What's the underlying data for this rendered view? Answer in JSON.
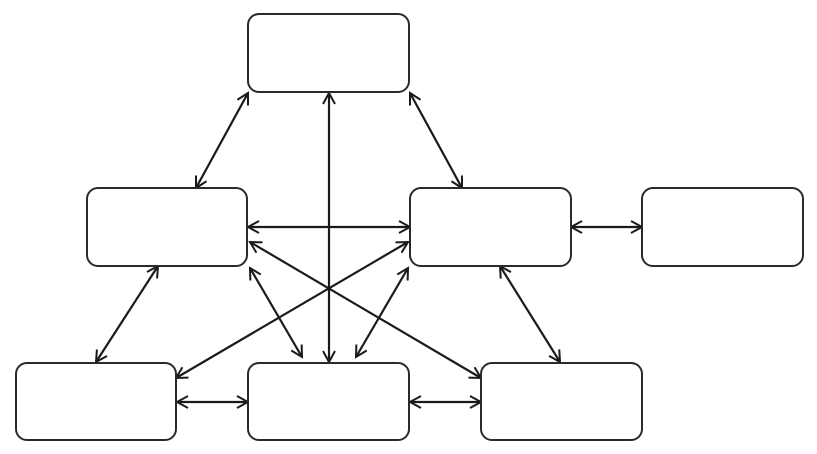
{
  "diagram": {
    "nodes": [
      {
        "id": "top",
        "label": ""
      },
      {
        "id": "mid-left",
        "label": ""
      },
      {
        "id": "mid-center",
        "label": ""
      },
      {
        "id": "mid-right",
        "label": ""
      },
      {
        "id": "bottom-left",
        "label": ""
      },
      {
        "id": "bottom-center",
        "label": ""
      },
      {
        "id": "bottom-right",
        "label": ""
      }
    ],
    "edges": [
      {
        "from": "top",
        "to": "mid-left",
        "direction": "both"
      },
      {
        "from": "top",
        "to": "mid-center",
        "direction": "both"
      },
      {
        "from": "top",
        "to": "bottom-center",
        "direction": "both"
      },
      {
        "from": "mid-left",
        "to": "mid-center",
        "direction": "both"
      },
      {
        "from": "mid-center",
        "to": "mid-right",
        "direction": "both"
      },
      {
        "from": "mid-left",
        "to": "bottom-left",
        "direction": "both"
      },
      {
        "from": "mid-left",
        "to": "bottom-center",
        "direction": "both"
      },
      {
        "from": "mid-left",
        "to": "bottom-right",
        "direction": "both"
      },
      {
        "from": "mid-center",
        "to": "bottom-left",
        "direction": "both"
      },
      {
        "from": "mid-center",
        "to": "bottom-center",
        "direction": "both"
      },
      {
        "from": "mid-center",
        "to": "bottom-right",
        "direction": "both"
      },
      {
        "from": "bottom-left",
        "to": "bottom-center",
        "direction": "both"
      },
      {
        "from": "bottom-center",
        "to": "bottom-right",
        "direction": "both"
      }
    ],
    "colors": {
      "stroke": "#1a1a1a",
      "node_fill": "#ffffff",
      "background": "#ffffff"
    }
  }
}
